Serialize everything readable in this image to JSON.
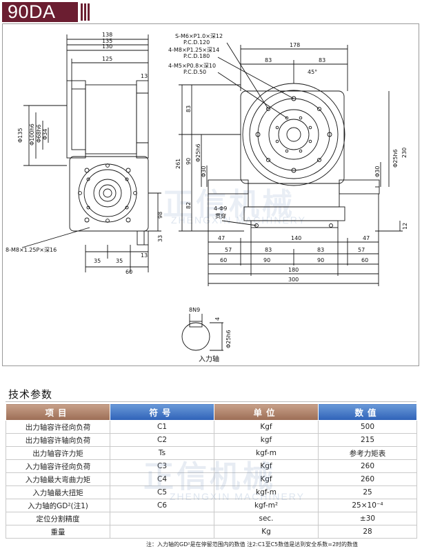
{
  "header": {
    "model": "90DA"
  },
  "drawing": {
    "top_dims": [
      "138",
      "135",
      "130",
      "125",
      "13"
    ],
    "side_dims": [
      "Φ135",
      "Φ100h6",
      "Φ68h6",
      "Φ34"
    ],
    "bottom_left_dims": [
      "35",
      "35",
      "60",
      "13",
      "98",
      "33"
    ],
    "left_note": "8-M8×1.25P×深16",
    "front_callouts": [
      "S-M6×P1.0×深12",
      "P.C.D.120",
      "4-M8×P1.25×深14",
      "P.C.D.180",
      "4-M5×P0.8×深10",
      "P.C.D.50"
    ],
    "front_top_dims": [
      "178",
      "83",
      "83",
      "45°"
    ],
    "front_left_dims": [
      "83",
      "261",
      "90",
      "82",
      "Φ25h6",
      "Φ30"
    ],
    "front_right_dims": [
      "230",
      "Φ25h6",
      "Φ30",
      "12"
    ],
    "hole_note": "4-Φ9",
    "hole_note2": "贯穿",
    "front_bottom_dims": [
      "47",
      "140",
      "47",
      "57",
      "83",
      "83",
      "57",
      "60",
      "90",
      "90",
      "60",
      "180",
      "300"
    ],
    "shaft_dims": [
      "8N9",
      "4",
      "Φ25h6"
    ],
    "shaft_label": "入力轴"
  },
  "specs": {
    "section_title": "技术参数",
    "headers": [
      "项目",
      "符号",
      "单位",
      "数值"
    ],
    "rows": [
      [
        "出力轴容许径向负荷",
        "C1",
        "Kgf",
        "500"
      ],
      [
        "出力轴容许轴向负荷",
        "C2",
        "kgf",
        "215"
      ],
      [
        "出力轴容许力矩",
        "Ts",
        "kgf-m",
        "参考力矩表"
      ],
      [
        "入力轴容许径向负荷",
        "C3",
        "Kgf",
        "260"
      ],
      [
        "入力轴最大弯曲力矩",
        "C4",
        "Kgf",
        "260"
      ],
      [
        "入力轴最大扭矩",
        "C5",
        "kgf-m",
        "25"
      ],
      [
        "入力轴的GD²(注1)",
        "C6",
        "kgf-m²",
        "25×10⁻⁴"
      ],
      [
        "定位分割精度",
        "",
        "sec.",
        "±30"
      ],
      [
        "重量",
        "",
        "Kg",
        "28"
      ]
    ],
    "footnote": "注：入力轴的GD²是在停留范围内的数值  注2:C1至C5数值是达到安全系数=2时的数值"
  },
  "watermark": {
    "cn": "正信机械",
    "en": "ZHENGXIN MACHINERY"
  },
  "colors": {
    "title_bg": "#6b1e31",
    "header_brown": "#a87a62",
    "header_blue": "#3c6fc0"
  }
}
